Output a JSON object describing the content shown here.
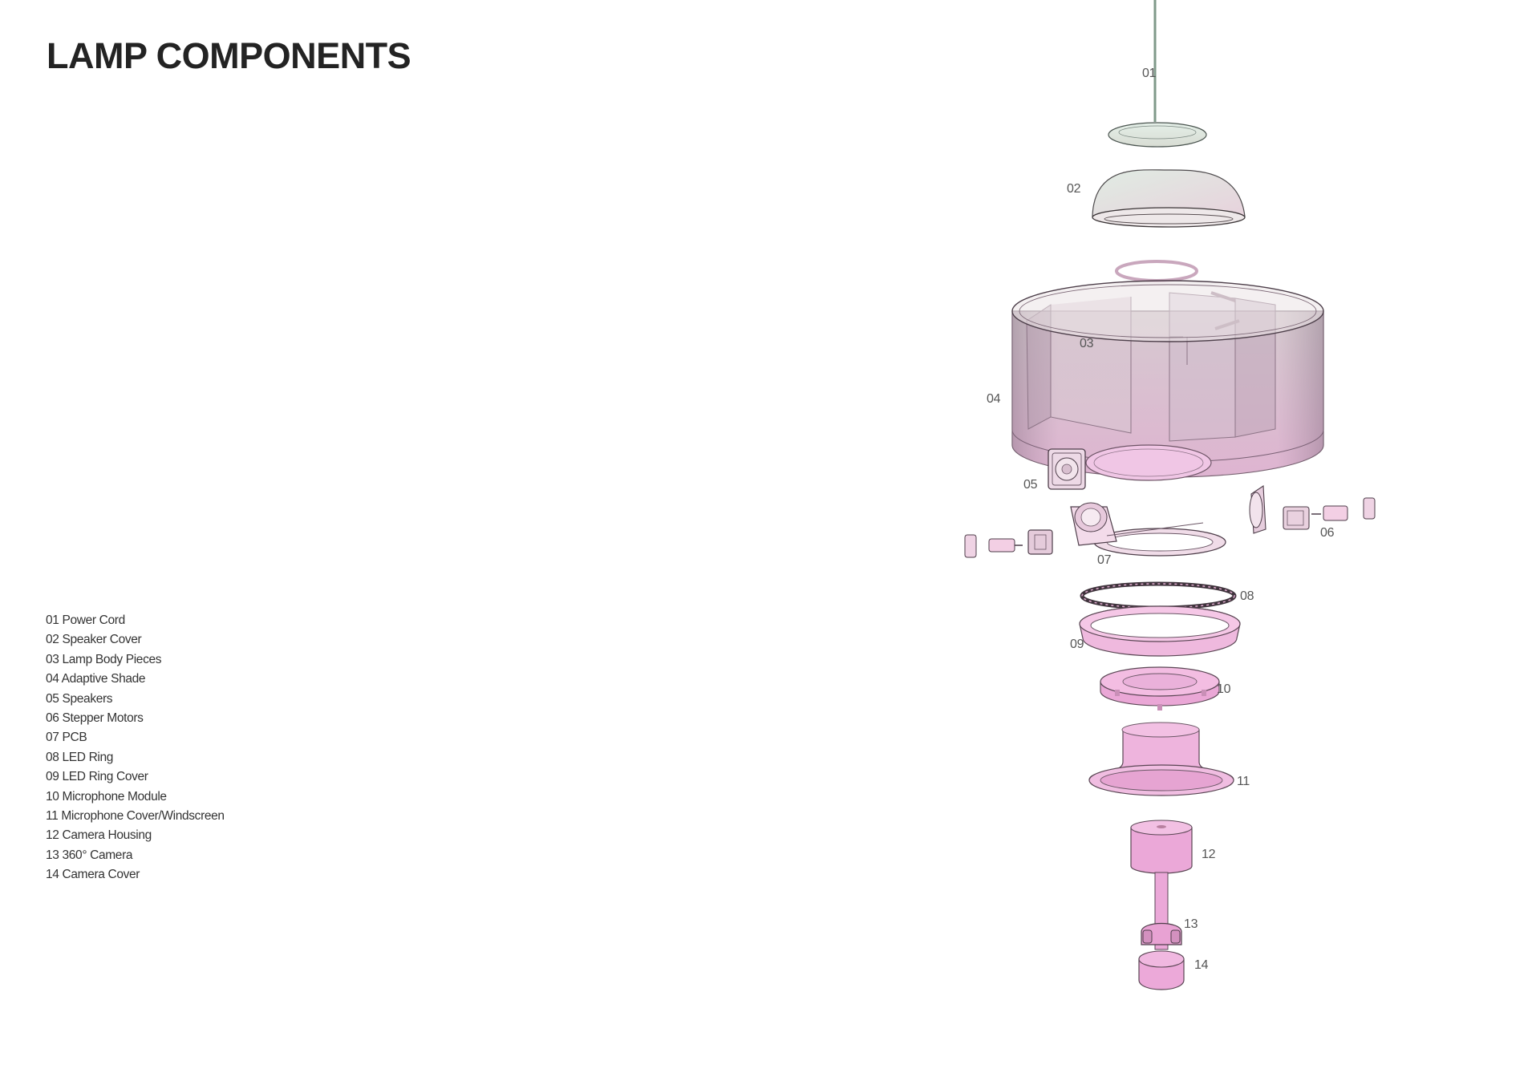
{
  "title": "LAMP COMPONENTS",
  "components": [
    {
      "num": "01",
      "name": "Power Cord"
    },
    {
      "num": "02",
      "name": "Speaker Cover"
    },
    {
      "num": "03",
      "name": "Lamp Body Pieces"
    },
    {
      "num": "04",
      "name": "Adaptive Shade"
    },
    {
      "num": "05",
      "name": "Speakers"
    },
    {
      "num": "06",
      "name": "Stepper Motors"
    },
    {
      "num": "07",
      "name": "PCB"
    },
    {
      "num": "08",
      "name": "LED Ring"
    },
    {
      "num": "09",
      "name": "LED Ring Cover"
    },
    {
      "num": "10",
      "name": "Microphone Module"
    },
    {
      "num": "11",
      "name": "Microphone Cover/Windscreen"
    },
    {
      "num": "12",
      "name": "Camera Housing"
    },
    {
      "num": "13",
      "name": "360° Camera"
    },
    {
      "num": "14",
      "name": "Camera Cover"
    }
  ],
  "colors": {
    "top_tint": "#dde9e2",
    "mid_tint": "#d9b8cf",
    "pink": "#e7a6d8",
    "outline": "#4a3a48"
  }
}
